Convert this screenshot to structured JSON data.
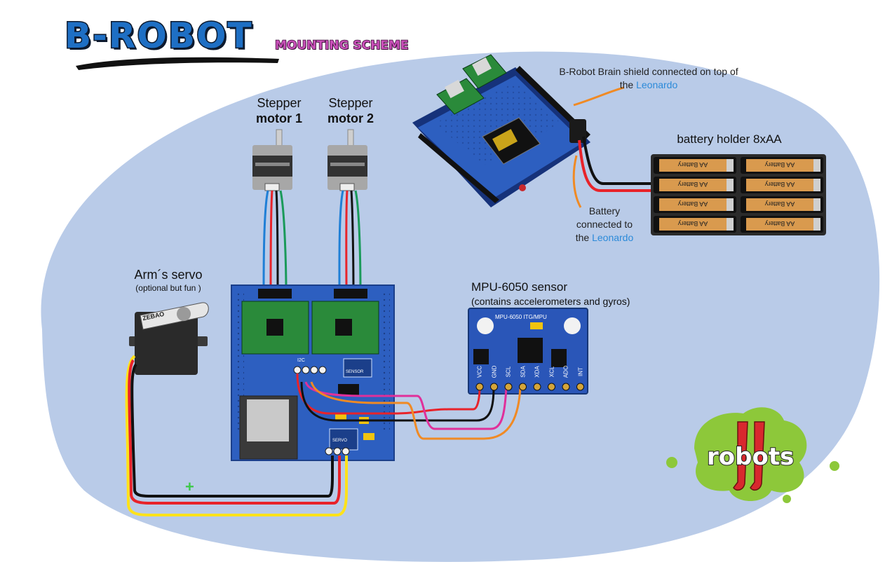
{
  "header": {
    "title": "B-ROBOT",
    "subtitle": "MOUNTING SCHEME"
  },
  "components": {
    "stepper1": {
      "line1": "Stepper",
      "line2": "motor 1"
    },
    "stepper2": {
      "line1": "Stepper",
      "line2": "motor 2"
    },
    "brain_shield": {
      "text_prefix": "B-Robot Brain shield connected on top of",
      "text_the": "the",
      "text_link": "Leonardo"
    },
    "battery_holder": {
      "label": "battery holder 8xAA",
      "cell_text": "AA Battery"
    },
    "battery_connection": {
      "line1": "Battery",
      "line2": "connected to",
      "line3_the": "the",
      "line3_link": "Leonardo"
    },
    "servo": {
      "title": "Arm´s servo",
      "note": "(optional but fun )",
      "brand": "ZEBAO",
      "plus": "+"
    },
    "mpu": {
      "title": "MPU-6050 sensor",
      "note": "(contains accelerometers and gyros)",
      "board_text": "MPU-6050 ITG/MPU",
      "pins": [
        "VCC",
        "GND",
        "SCL",
        "SDA",
        "XDA",
        "XCL",
        "ADO",
        "INT"
      ]
    },
    "shield_text": {
      "i2c": "I2C",
      "sensor": "SENSOR",
      "servo": "SERVO"
    }
  },
  "logo": {
    "text": "robots",
    "mark": "jj"
  },
  "colors": {
    "background_blob": "#b9cbe8",
    "wire_red": "#e8232a",
    "wire_black": "#111111",
    "wire_blue": "#1f7fd6",
    "wire_green": "#1a9a5a",
    "wire_yellow": "#ffe21a",
    "wire_orange": "#f08a24",
    "wire_magenta": "#e0309a",
    "title_blue": "#1e6fc4",
    "subtitle_pink": "#c850b8",
    "mpu_board": "#2a56b8",
    "shield_blue": "#2d5fc0",
    "logo_green": "#8dc83a",
    "logo_red": "#d8282e"
  }
}
